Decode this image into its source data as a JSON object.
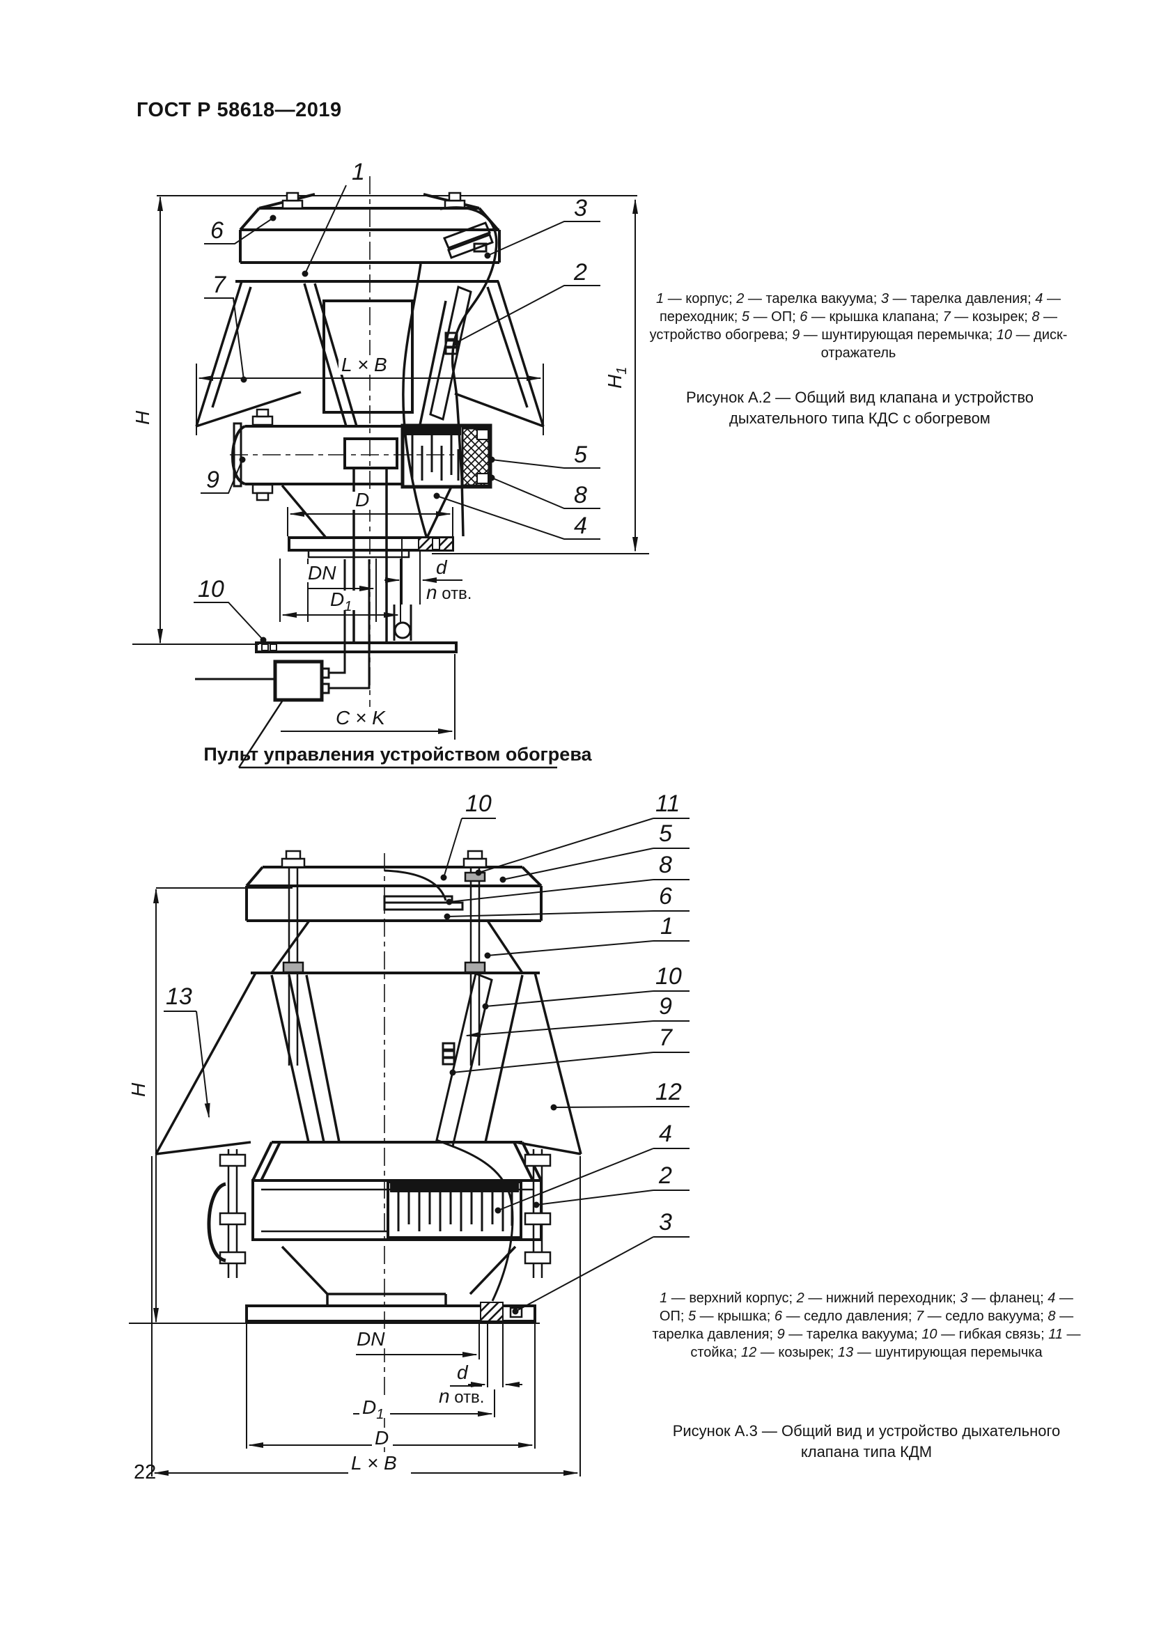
{
  "page": {
    "header": "ГОСТ Р 58618—2019",
    "page_number": "22"
  },
  "figure_a2": {
    "callouts": {
      "n1": "1",
      "n2": "2",
      "n3": "3",
      "n4": "4",
      "n5": "5",
      "n6": "6",
      "n7": "7",
      "n8": "8",
      "n9": "9",
      "n10": "10"
    },
    "dims": {
      "H": "H",
      "H1_base": "H",
      "H1_sub": "1",
      "LxB": "L × B",
      "D": "D",
      "DN": "DN",
      "D1_base": "D",
      "D1_sub": "1",
      "d": "d",
      "n": "n",
      "otv": " отв.",
      "CxK": "C × K"
    },
    "note": "Пульт управления устройством обогрева",
    "legend": [
      {
        "num": "1",
        "text": "корпус"
      },
      {
        "num": "2",
        "text": "тарелка вакуума"
      },
      {
        "num": "3",
        "text": "тарелка давления"
      },
      {
        "num": "4",
        "text": "переходник"
      },
      {
        "num": "5",
        "text": "ОП"
      },
      {
        "num": "6",
        "text": "крышка клапана"
      },
      {
        "num": "7",
        "text": "козырек"
      },
      {
        "num": "8",
        "text": "устройство обогрева"
      },
      {
        "num": "9",
        "text": "шунтирующая перемычка"
      },
      {
        "num": "10",
        "text": "диск-отражатель"
      }
    ],
    "caption": "Рисунок А.2 — Общий вид клапана и устройство дыхательного типа КДС с обогревом"
  },
  "figure_a3": {
    "callouts": {
      "n1": "1",
      "n2": "2",
      "n3": "3",
      "n4": "4",
      "n5": "5",
      "n6": "6",
      "n7": "7",
      "n8": "8",
      "n9": "9",
      "n10": "10",
      "n11": "11",
      "n12": "12",
      "n13": "13"
    },
    "dims": {
      "H": "H",
      "LxB": "L × B",
      "D": "D",
      "DN": "DN",
      "D1_base": "D",
      "D1_sub": "1",
      "d": "d",
      "n": "n",
      "otv": " отв."
    },
    "legend": [
      {
        "num": "1",
        "text": "верхний корпус"
      },
      {
        "num": "2",
        "text": "нижний переходник"
      },
      {
        "num": "3",
        "text": "фланец"
      },
      {
        "num": "4",
        "text": "ОП"
      },
      {
        "num": "5",
        "text": "крышка"
      },
      {
        "num": "6",
        "text": "седло давления"
      },
      {
        "num": "7",
        "text": "седло вакуума"
      },
      {
        "num": "8",
        "text": "тарелка давления"
      },
      {
        "num": "9",
        "text": "тарелка вакуума"
      },
      {
        "num": "10",
        "text": "гибкая связь"
      },
      {
        "num": "11",
        "text": "стойка"
      },
      {
        "num": "12",
        "text": "козырек"
      },
      {
        "num": "13",
        "text": "шунтирующая перемычка"
      }
    ],
    "caption": "Рисунок А.3 — Общий вид и устройство дыхательного клапана типа КДМ"
  }
}
